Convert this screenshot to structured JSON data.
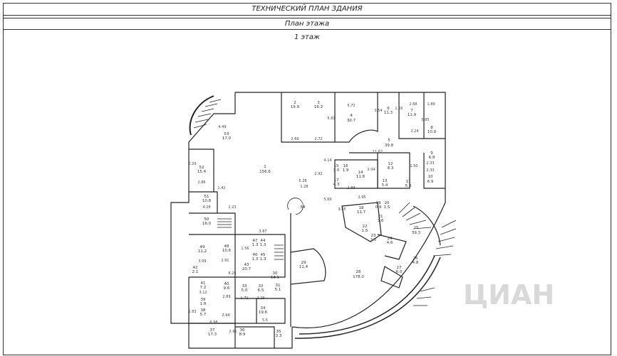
{
  "header": {
    "title": "ТЕХНИЧЕСКИЙ ПЛАН ЗДАНИЯ",
    "subtitle": "План этажа",
    "floor": "1 этаж"
  },
  "watermark": "ЦИАН",
  "rooms": [
    {
      "no": "1",
      "area": "156.6"
    },
    {
      "no": "2",
      "area": "15.9"
    },
    {
      "no": "3",
      "area": "16.2"
    },
    {
      "no": "4",
      "area": "30.7"
    },
    {
      "no": "5",
      "area": "39.8"
    },
    {
      "no": "6",
      "area": "11.3"
    },
    {
      "no": "7",
      "area": "11.9"
    },
    {
      "no": "8",
      "area": "10.9"
    },
    {
      "no": "9",
      "area": "6.8"
    },
    {
      "no": "10",
      "area": "6.9"
    },
    {
      "no": "11",
      "area": "5.8"
    },
    {
      "no": "12",
      "area": "8.3"
    },
    {
      "no": "13",
      "area": "5.4"
    },
    {
      "no": "14",
      "area": "11.8"
    },
    {
      "no": "15",
      "area": "3.0"
    },
    {
      "no": "16",
      "area": "1.9"
    },
    {
      "no": "17",
      "area": "4.3"
    },
    {
      "no": "18",
      "area": "11.7"
    },
    {
      "no": "19",
      "area": "0.9"
    },
    {
      "no": "20",
      "area": "1.5"
    },
    {
      "no": "21",
      "area": "3.6"
    },
    {
      "no": "22",
      "area": "1.5"
    },
    {
      "no": "23",
      "area": "3.5"
    },
    {
      "no": "24",
      "area": "4.6"
    },
    {
      "no": "25",
      "area": "39.3"
    },
    {
      "no": "26",
      "area": "4.8"
    },
    {
      "no": "27",
      "area": "6.0"
    },
    {
      "no": "28",
      "area": "178.0"
    },
    {
      "no": "29",
      "area": "11.4"
    },
    {
      "no": "30",
      "area": "14.1"
    },
    {
      "no": "31",
      "area": "5.1"
    },
    {
      "no": "32",
      "area": "6.5"
    },
    {
      "no": "33",
      "area": "5.0"
    },
    {
      "no": "34",
      "area": "19.6"
    },
    {
      "no": "35",
      "area": "3.3"
    },
    {
      "no": "36",
      "area": "8.9"
    },
    {
      "no": "37",
      "area": "17.3"
    },
    {
      "no": "38",
      "area": "5.7"
    },
    {
      "no": "39",
      "area": "1.9"
    },
    {
      "no": "40",
      "area": "9.6"
    },
    {
      "no": "41",
      "area": "7.2"
    },
    {
      "no": "42",
      "area": "2.1"
    },
    {
      "no": "43",
      "area": "20.7"
    },
    {
      "no": "44",
      "area": "1.3"
    },
    {
      "no": "45",
      "area": "1.3"
    },
    {
      "no": "46",
      "area": "1.3"
    },
    {
      "no": "47",
      "area": "1.3"
    },
    {
      "no": "48",
      "area": "10.6"
    },
    {
      "no": "49",
      "area": "11.2"
    },
    {
      "no": "50",
      "area": "16.0"
    },
    {
      "no": "51",
      "area": "10.8"
    },
    {
      "no": "52",
      "area": "15.4"
    },
    {
      "no": "53",
      "area": "17.0"
    },
    {
      "no": "54",
      "area": ""
    }
  ],
  "dimensions": [
    "2.69",
    "2.72",
    "5.72",
    "5.81",
    "1.89",
    "2.68",
    "2.24",
    "5.85",
    "11.62",
    "1.50",
    "2.33",
    "2.33",
    "2.92",
    "2.89",
    "2.95",
    "5.69",
    "4.14",
    "3.87",
    "1.56",
    "8.25",
    "2.91",
    "2.89",
    "1.71",
    "2.29",
    "2.94",
    "6.98",
    "5.5",
    "4.28",
    "2.23",
    "3.09",
    "2.91",
    "5.28",
    "3.12",
    "1.42",
    "2.86",
    "6.29",
    "4.49",
    "3.45",
    "1.65",
    "3.54",
    "2.04",
    "1.28",
    "1.83"
  ]
}
